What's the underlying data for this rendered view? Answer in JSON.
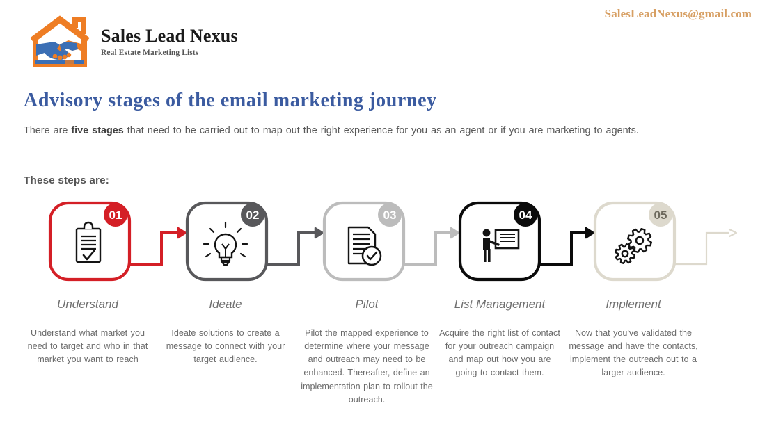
{
  "header": {
    "email": "SalesLeadNexus@gmail.com",
    "logo_title": "Sales Lead Nexus",
    "logo_subtitle": "Real Estate Marketing Lists",
    "logo_icon": "house-handshake-logo"
  },
  "content": {
    "headline": "Advisory stages of the email marketing journey",
    "intro_part1": "There are ",
    "intro_bold": "five stages",
    "intro_part2": " that need to be carried out to map out the right experience for you as an agent or if you are marketing to agents.",
    "steps_are_label": "These steps are:"
  },
  "colors": {
    "headline_blue": "#3b5ba0",
    "email_orange": "#d79f63",
    "stage1_red": "#d41f26",
    "stage2_darkgray": "#58585b",
    "stage3_lightgray": "#bcbcbc",
    "stage4_black": "#0b0b0b",
    "stage5_cream": "#ddd9cd",
    "text_gray": "#6b6b6b"
  },
  "stages": [
    {
      "number": "01",
      "label": "Understand",
      "icon": "clipboard-check-icon",
      "color": "#d41f26",
      "badge_text_color": "#ffffff",
      "description": "Understand what market you need to target and who in that market you want to reach"
    },
    {
      "number": "02",
      "label": "Ideate",
      "icon": "lightbulb-icon",
      "color": "#58585b",
      "badge_text_color": "#ffffff",
      "description": "Ideate solutions to create a message to connect with your target audience."
    },
    {
      "number": "03",
      "label": "Pilot",
      "icon": "document-check-icon",
      "color": "#bcbcbc",
      "badge_text_color": "#ffffff",
      "description": "Pilot the mapped experience to determine where your message and outreach may need to be enhanced. Thereafter, define an implementation plan to rollout the outreach."
    },
    {
      "number": "04",
      "label": "List Management",
      "icon": "presenter-whiteboard-icon",
      "color": "#0b0b0b",
      "badge_text_color": "#ffffff",
      "description": "Acquire the right list of contact for your outreach campaign and map out how you are going to contact them."
    },
    {
      "number": "05",
      "label": "Implement",
      "icon": "gears-icon",
      "color": "#ddd9cd",
      "badge_text_color": "#6e6a5e",
      "description": "Now that you've validated the message and have the contacts, implement the outreach out to a larger audience."
    }
  ]
}
